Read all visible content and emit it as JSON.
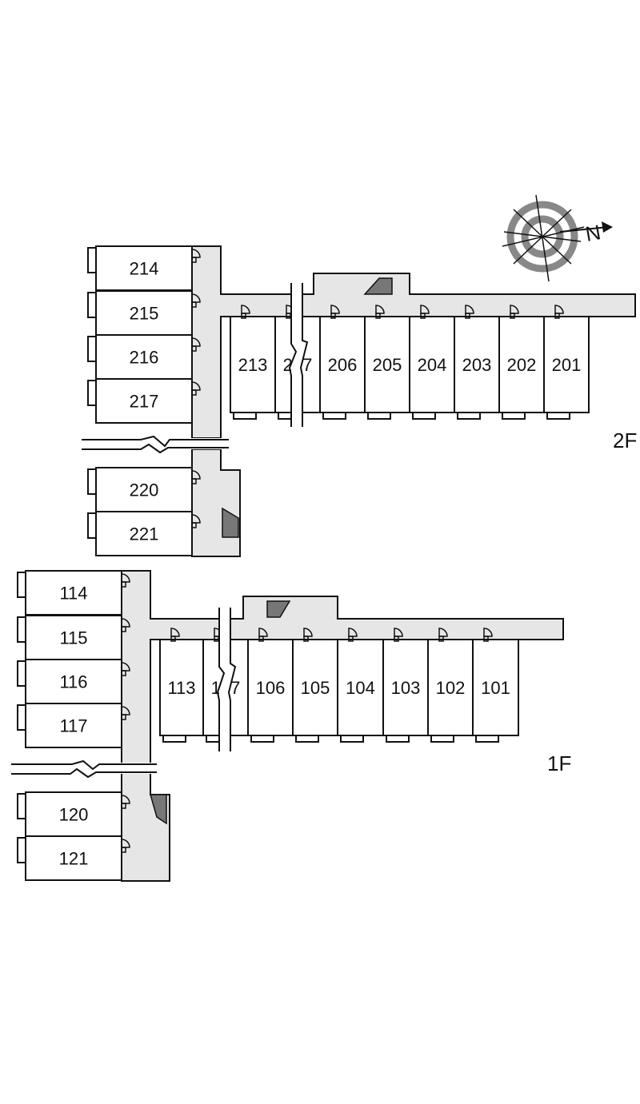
{
  "floors": {
    "second": {
      "label": "2F",
      "wing_rooms": [
        "214",
        "215",
        "216",
        "217",
        "220",
        "221"
      ],
      "main_rooms": [
        "213",
        "207",
        "206",
        "205",
        "204",
        "203",
        "202",
        "201"
      ]
    },
    "first": {
      "label": "1F",
      "wing_rooms": [
        "114",
        "115",
        "116",
        "117",
        "120",
        "121"
      ],
      "main_rooms": [
        "113",
        "107",
        "106",
        "105",
        "104",
        "103",
        "102",
        "101"
      ]
    }
  },
  "compass": {
    "label": "N",
    "icon": "compass-north-arrow-icon"
  }
}
